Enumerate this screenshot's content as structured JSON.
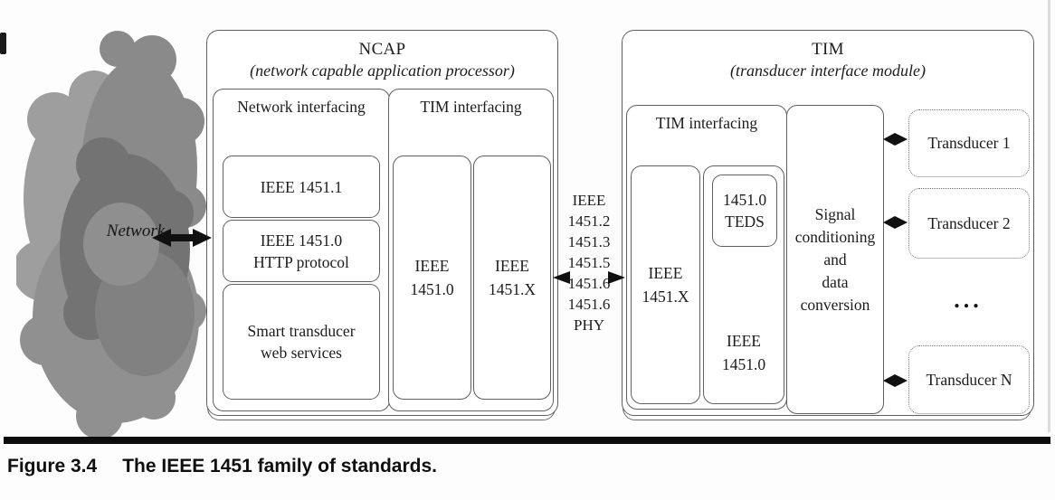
{
  "colors": {
    "border": "#5f5f5f",
    "text": "#1c1c1c",
    "arrow": "#101010",
    "rule": "#0c0c0c"
  },
  "cloud": {
    "label": "Network"
  },
  "ncap": {
    "title": "NCAP",
    "subtitle": "(network capable application processor)",
    "sections": {
      "network_interfacing": {
        "header": "Network interfacing",
        "boxes": [
          "IEEE 1451.1",
          "IEEE 1451.0\nHTTP protocol",
          "Smart transducer\nweb services"
        ]
      },
      "tim_interfacing": {
        "header": "TIM interfacing",
        "columns": [
          "IEEE\n1451.0",
          "IEEE\n1451.X"
        ]
      }
    }
  },
  "phy_link": {
    "lines": [
      "IEEE",
      "1451.2",
      "1451.3",
      "1451.5",
      "1451.6",
      "1451.6",
      "PHY"
    ]
  },
  "tim": {
    "title": "TIM",
    "subtitle": "(transducer interface module)",
    "sections": {
      "tim_interfacing": {
        "header": "TIM interfacing",
        "columns": [
          "IEEE\n1451.X",
          "IEEE\n1451.0"
        ],
        "teds": "1451.0\nTEDS"
      },
      "signal": "Signal\nconditioning\nand\ndata\nconversion"
    },
    "transducers": [
      "Transducer 1",
      "Transducer 2",
      "Transducer N"
    ],
    "ellipsis": "..."
  },
  "caption": {
    "label": "Figure 3.4",
    "title": "The IEEE 1451 family of standards."
  }
}
